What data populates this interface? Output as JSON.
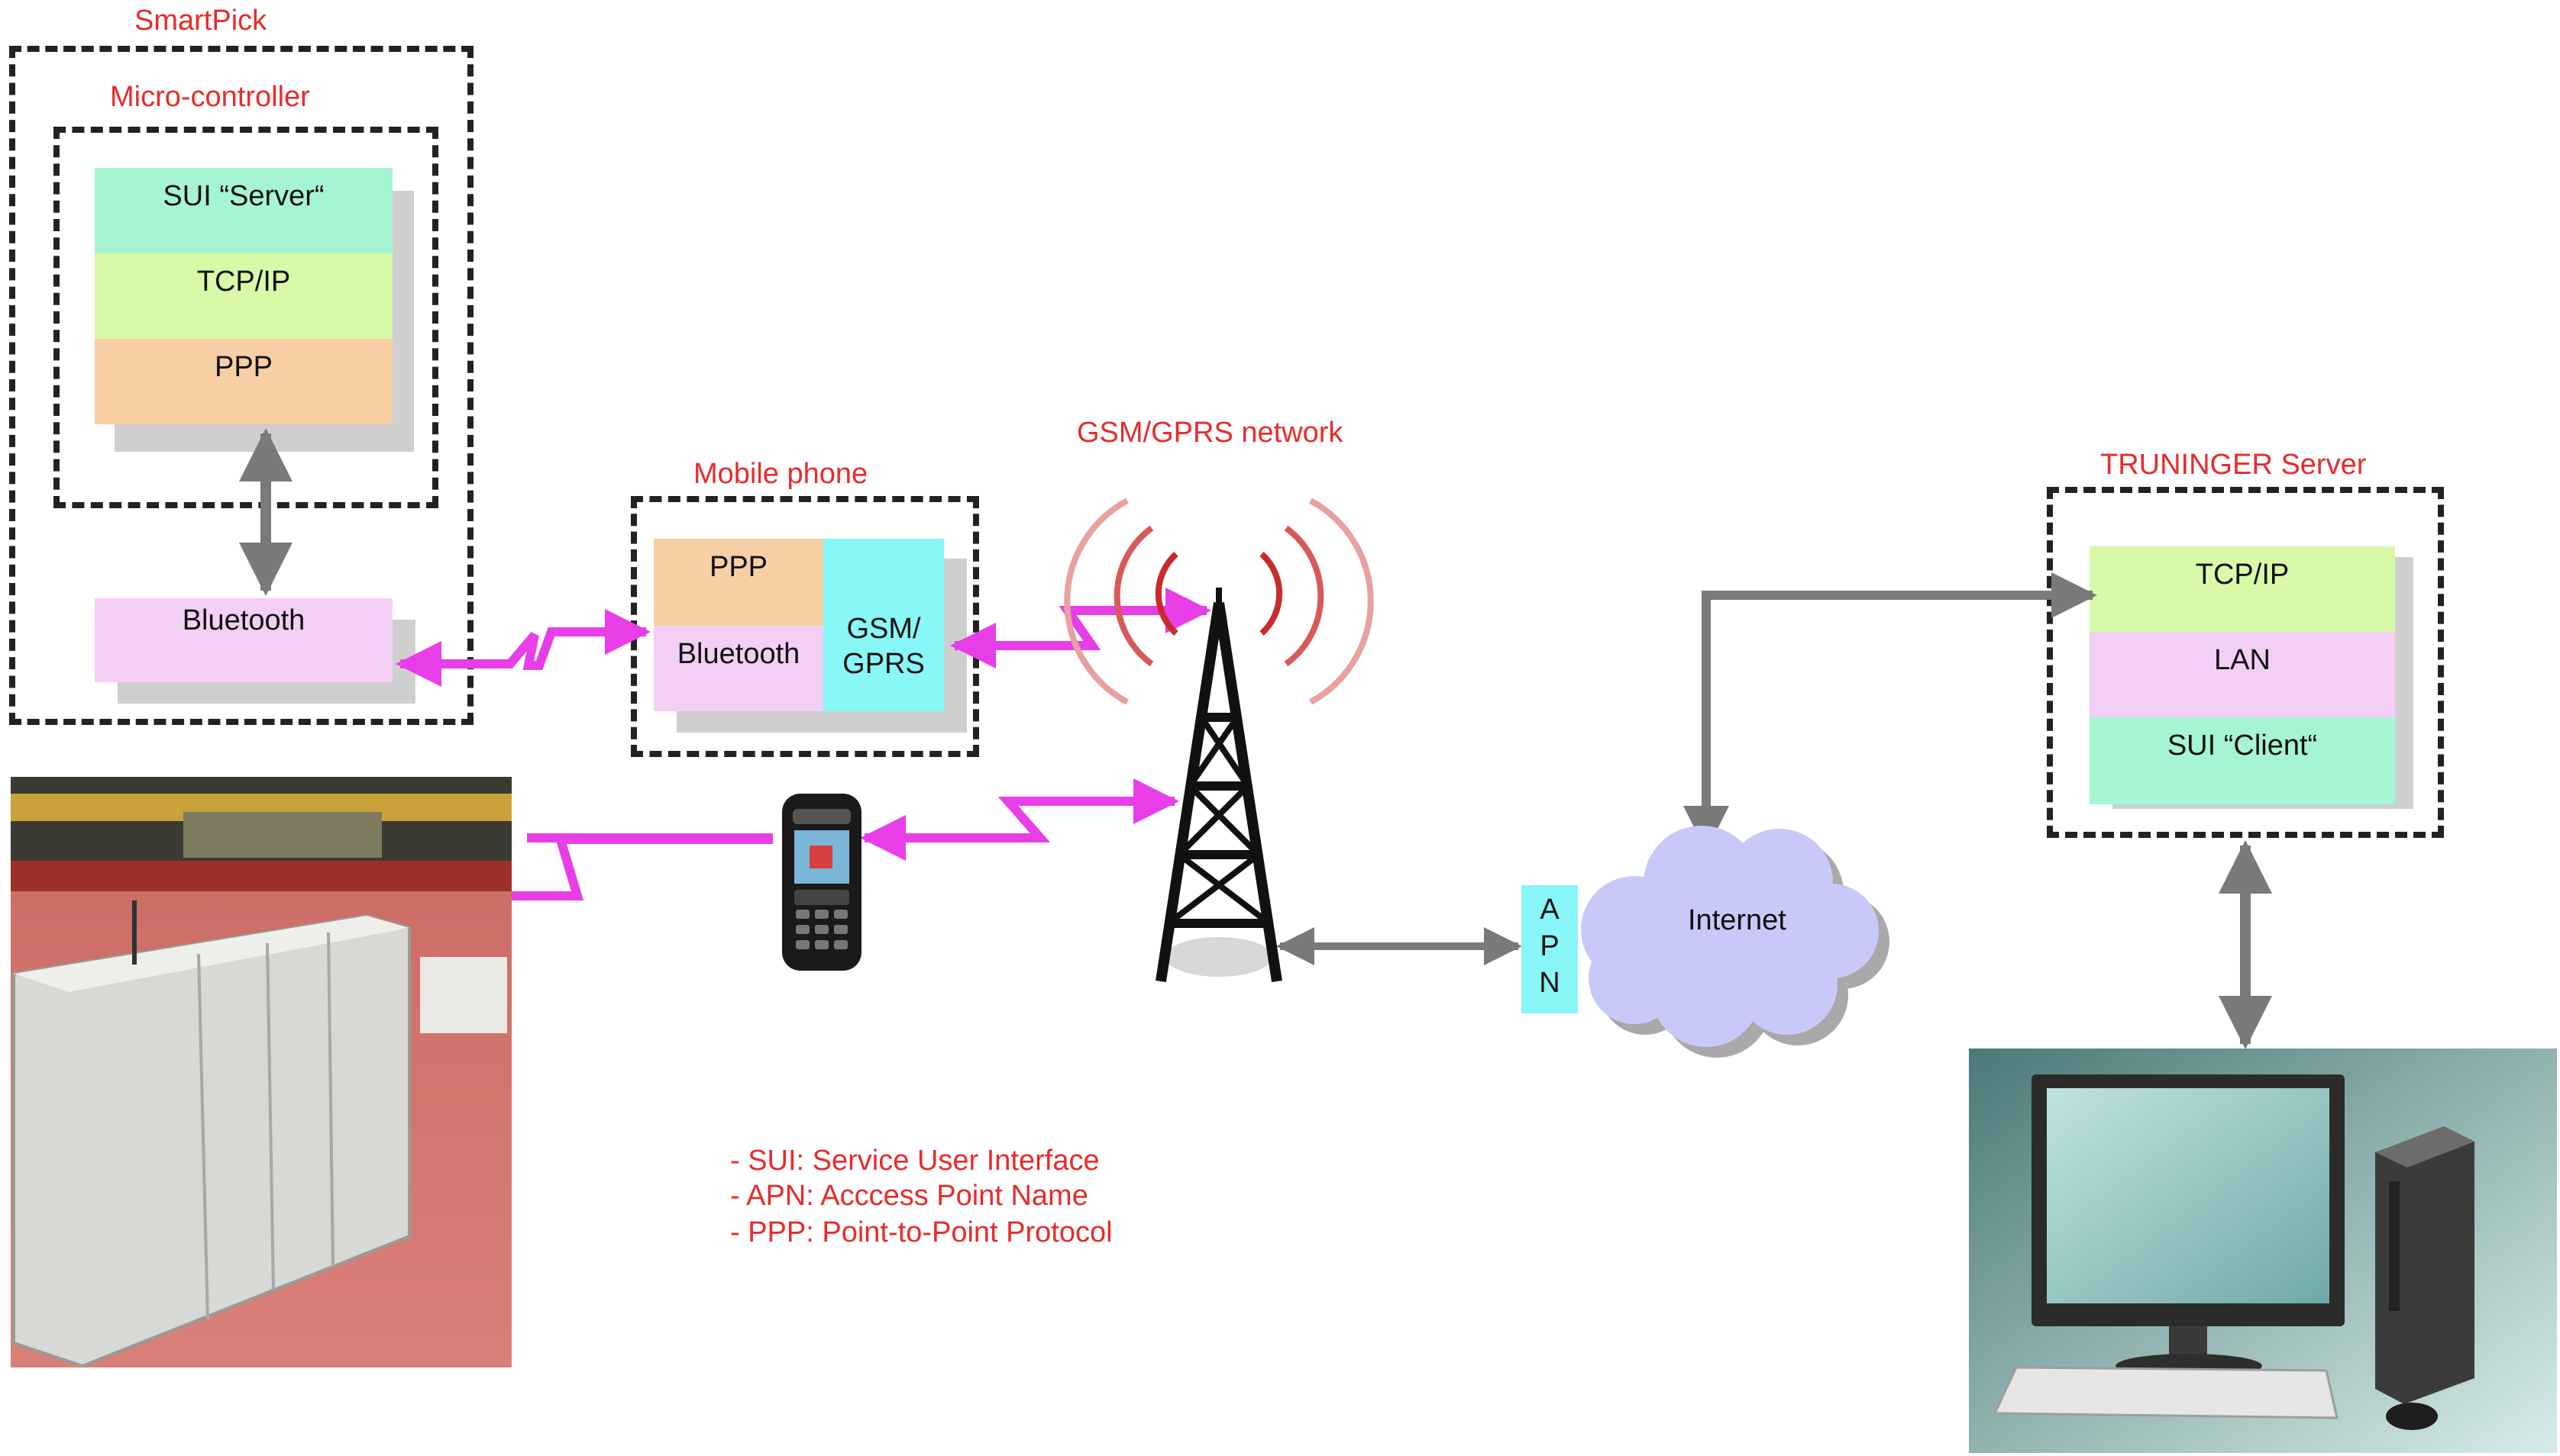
{
  "smartpick": {
    "title": "SmartPick"
  },
  "microcontroller": {
    "title": "Micro-controller",
    "layers": [
      "SUI “Server“",
      "TCP/IP",
      "PPP"
    ]
  },
  "smartpick_bluetooth": {
    "label": "Bluetooth"
  },
  "mobile_phone": {
    "title": "Mobile phone",
    "layers": [
      "PPP",
      "Bluetooth"
    ],
    "gsm_label_line1": "GSM/",
    "gsm_label_line2": "GPRS"
  },
  "gsm_network": {
    "title": "GSM/GPRS network"
  },
  "apn": {
    "letters": [
      "A",
      "P",
      "N"
    ]
  },
  "internet": {
    "label": "Internet"
  },
  "truninger_server": {
    "title": "TRUNINGER Server",
    "layers": [
      "TCP/IP",
      "LAN",
      "SUI “Client“"
    ]
  },
  "legend": [
    "- SUI: Service User Interface",
    "- APN: Acccess Point Name",
    "- PPP: Point-to-Point Protocol"
  ],
  "colors": {
    "sui": "#a6f5d2",
    "tcpip": "#d8f9a8",
    "ppp": "#f6cfa4",
    "bluetooth": "#f4cff5",
    "gsm": "#88f7f7",
    "apn": "#88f5f7",
    "cloud": "#c9c9f9",
    "link": "#e83ee8",
    "grey_link": "#7a7a7a",
    "title_red": "#ea2a2a"
  }
}
